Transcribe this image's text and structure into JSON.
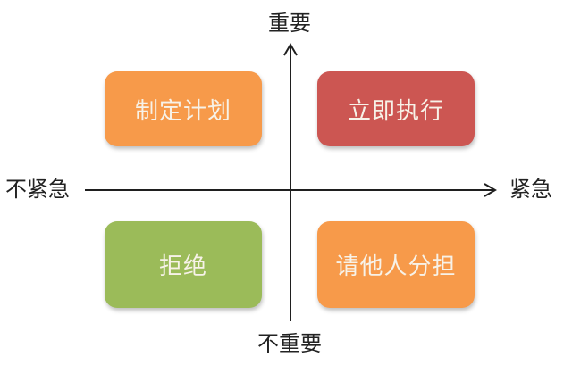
{
  "axes": {
    "y_top_label": "重要",
    "y_bottom_label": "不重要",
    "x_left_label": "不紧急",
    "x_right_label": "紧急"
  },
  "quadrants": {
    "top_left": {
      "label": "制定计划",
      "color": "#f79a4a"
    },
    "top_right": {
      "label": "立即执行",
      "color": "#cc5652"
    },
    "bottom_left": {
      "label": "拒绝",
      "color": "#9bbb59"
    },
    "bottom_right": {
      "label": "请他人分担",
      "color": "#f79a4a"
    }
  },
  "colors": {
    "axis": "#1f1f1f",
    "text": "#222222"
  }
}
